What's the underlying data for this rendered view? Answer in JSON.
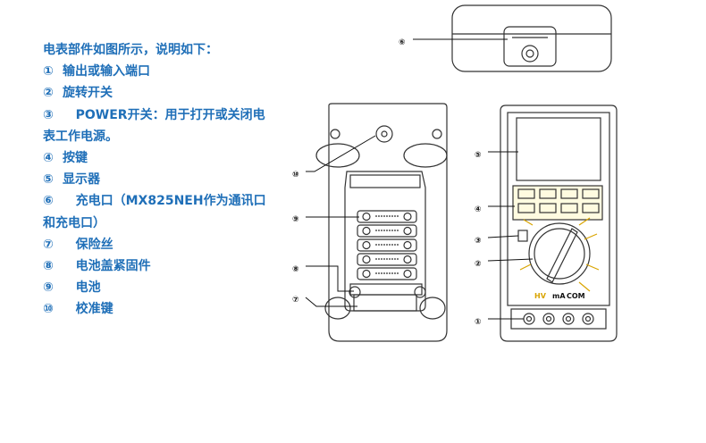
{
  "intro": "电表部件如图所示，说明如下：",
  "parts": [
    {
      "num": "①",
      "text": "输出或输入端口"
    },
    {
      "num": "②",
      "text": "旋转开关"
    },
    {
      "num": "③",
      "text": "POWER开关：用于打开或关闭电表工作电源。"
    },
    {
      "num": "④",
      "text": "按键"
    },
    {
      "num": "⑤",
      "text": "显示器"
    },
    {
      "num": "⑥",
      "text": "充电口（MX825NEH作为通讯口和充电口）"
    },
    {
      "num": "⑦",
      "text": "保险丝"
    },
    {
      "num": "⑧",
      "text": "电池盖紧固件"
    },
    {
      "num": "⑨",
      "text": "电池"
    },
    {
      "num": "⑩",
      "text": "校准键"
    }
  ],
  "diagram": {
    "callouts": [
      "①",
      "②",
      "③",
      "④",
      "⑤",
      "⑥",
      "⑦",
      "⑧",
      "⑨",
      "⑩"
    ],
    "labels": {
      "com": "COM",
      "ma": "mA",
      "hv": "HV"
    }
  },
  "colors": {
    "text_blue": "#1f6fb8",
    "line": "#333333"
  }
}
